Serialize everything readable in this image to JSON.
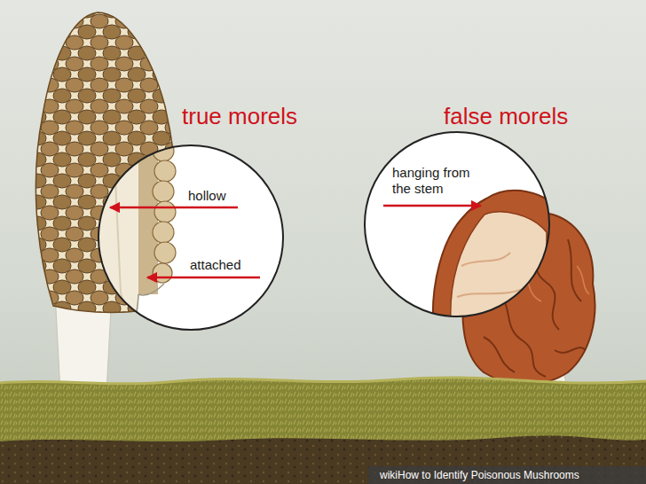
{
  "diagram": {
    "nodes": [
      {
        "text": [
          "hollow",
          "attached"
        ]
      },
      {
        "text": [
          "hanging from the stem"
        ]
      }
    ],
    "labels": [
      "true morels",
      "false morels",
      "wikiHow to Identify Poisonous Mushrooms"
    ]
  }
}
